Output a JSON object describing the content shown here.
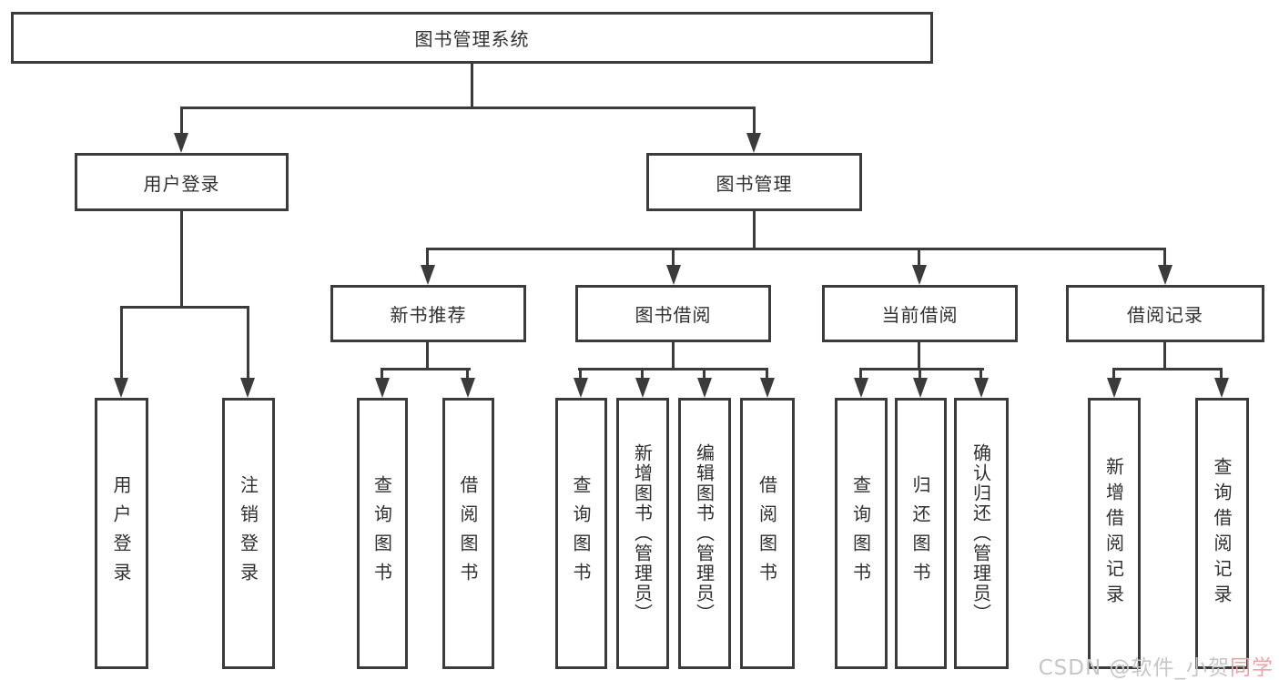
{
  "tree": {
    "root": {
      "label": "图书管理系统",
      "children": [
        {
          "label": "用户登录",
          "children": [
            {
              "label": "用户登录"
            },
            {
              "label": "注销登录"
            }
          ]
        },
        {
          "label": "图书管理",
          "children": [
            {
              "label": "新书推荐",
              "children": [
                {
                  "label": "查询图书"
                },
                {
                  "label": "借阅图书"
                }
              ]
            },
            {
              "label": "图书借阅",
              "children": [
                {
                  "label": "查询图书"
                },
                {
                  "label": "新增图书（管理员）"
                },
                {
                  "label": "编辑图书（管理员）"
                },
                {
                  "label": "借阅图书"
                }
              ]
            },
            {
              "label": "当前借阅",
              "children": [
                {
                  "label": "查询图书"
                },
                {
                  "label": "归还图书"
                },
                {
                  "label": "确认归还（管理员）"
                }
              ]
            },
            {
              "label": "借阅记录",
              "children": [
                {
                  "label": "新增借阅记录"
                },
                {
                  "label": "查询借阅记录"
                }
              ]
            }
          ]
        }
      ]
    }
  },
  "watermark": {
    "gray": "CSDN @软件_小贺",
    "pink": "同学"
  },
  "colors": {
    "line": "#3b3b3b",
    "box_border": "#3b3b3b",
    "text": "#303030",
    "watermark_gray": "#c6c6c6",
    "watermark_pink": "#e9a4aa"
  }
}
